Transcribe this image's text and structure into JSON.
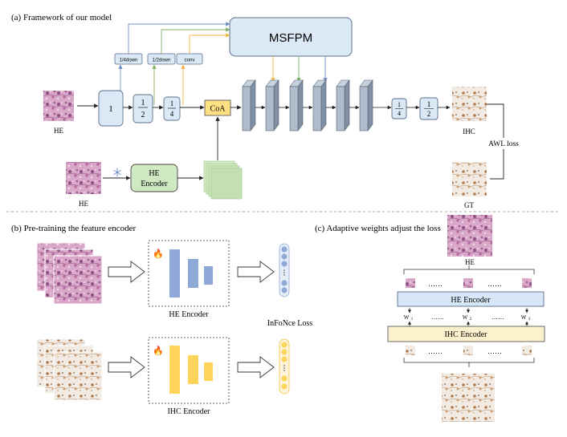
{
  "colors": {
    "he_tissue": "#c98fb6",
    "ihc_tissue": "#c9a07a",
    "layer_front": "#aebccc",
    "layer_side": "#7f90a4",
    "box_blue": "#dbe8f6",
    "box_blue_stroke": "#5b6f8a",
    "coa_fill": "#ffe083",
    "encoder_green": "#cfe9c2",
    "he_encoder_blue": "#d8e7f8",
    "ihc_encoder_yellow": "#fdf0cc",
    "bar_blue": "#8ea8d8",
    "bar_yellow": "#ffd45c",
    "arrow_blue": "#6f8fc4",
    "arrow_green": "#7fb06a",
    "arrow_orange": "#f0b54a"
  },
  "section_a": {
    "title": "(a)  Framework of our model",
    "msfpm": "MSFPM",
    "down_quarter": "1/4down",
    "down_half": "1/2down",
    "conv": "conv",
    "stage_1": "1",
    "coa": "CoA",
    "he_label": "HE",
    "he_label_2": "HE",
    "he_encoder_line1": "HE",
    "he_encoder_line2": "Encoder",
    "snowflake_icon": "snowflake",
    "ihc_label": "IHC",
    "gt_label": "GT",
    "awl_loss": "AWL loss"
  },
  "section_b": {
    "title": "(b)  Pre-training the feature encoder",
    "he_encoder": "HE Encoder",
    "ihc_encoder": "IHC Encoder",
    "infonce": "InFoNce Loss",
    "fire_icon": "fire"
  },
  "section_c": {
    "title": "(c)  Adaptive weights adjust the loss",
    "he_label": "HE",
    "he_encoder": "HE Encoder",
    "ihc_encoder": "IHC Encoder",
    "dots": "……",
    "dots_small": "……",
    "w1": "W",
    "w1_sub": "1",
    "w2": "W",
    "w2_sub": "2",
    "w3": "W",
    "w3_sub": "3"
  },
  "fractions": {
    "num": "1",
    "den_2": "2",
    "den_4": "4"
  }
}
